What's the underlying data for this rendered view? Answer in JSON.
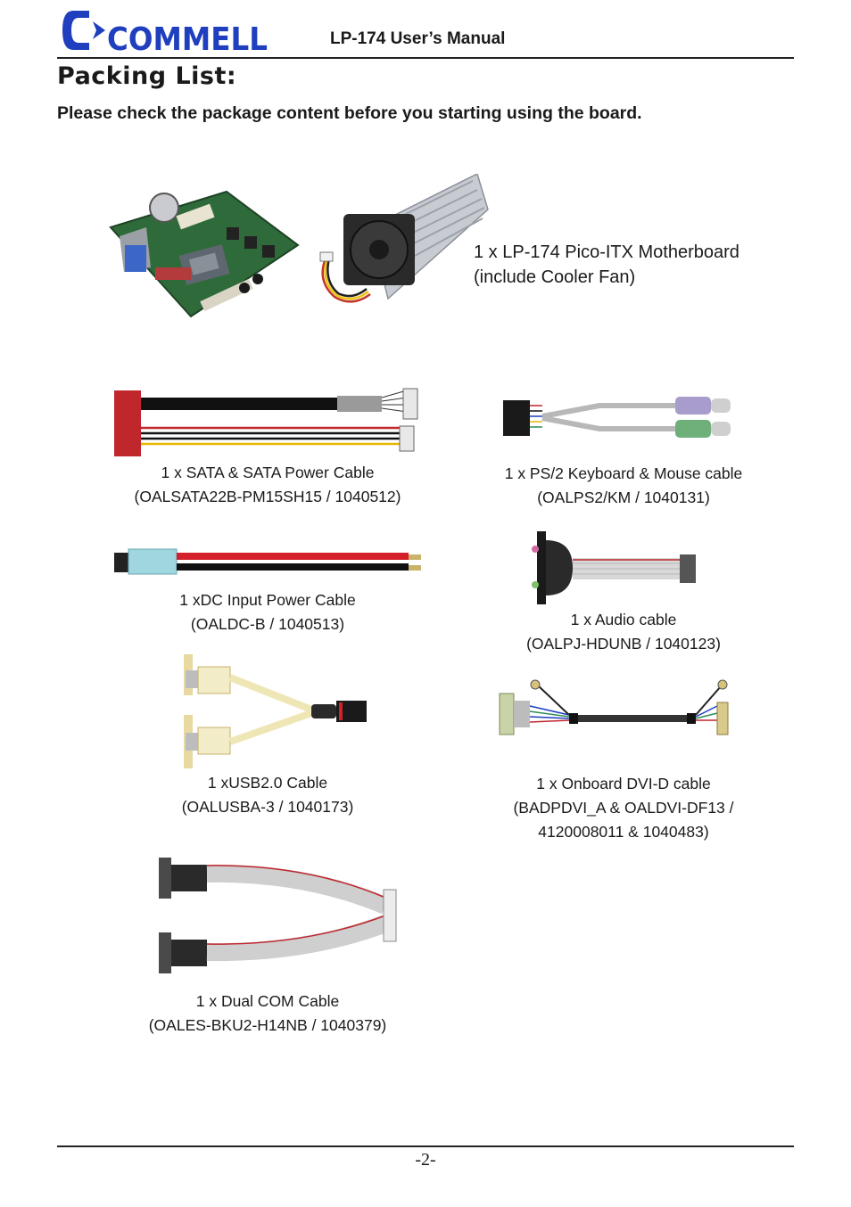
{
  "header": {
    "logo_text": "COMMELL",
    "manual_title": "LP-174 User’s Manual"
  },
  "section": {
    "title": "Packing List:",
    "intro": "Please check the package content before you starting using the board."
  },
  "items": {
    "motherboard": {
      "line1": "1 x LP-174 Pico-ITX Motherboard",
      "line2": "(include Cooler Fan)"
    },
    "sata": {
      "line1": "1 x SATA & SATA Power Cable",
      "line2": "(OALSATA22B-PM15SH15 / 1040512)"
    },
    "ps2": {
      "line1": "1 x PS/2 Keyboard & Mouse cable",
      "line2": "(OALPS2/KM / 1040131)"
    },
    "dc": {
      "line1": "1 xDC Input Power Cable",
      "line2": "(OALDC-B / 1040513)"
    },
    "audio": {
      "line1": "1 x Audio cable",
      "line2": "(OALPJ-HDUNB / 1040123)"
    },
    "usb": {
      "line1": "1 xUSB2.0 Cable",
      "line2": "(OALUSBA-3 / 1040173)"
    },
    "dvi": {
      "line1": "1 x Onboard DVI-D cable",
      "line2": "(BADPDVI_A & OALDVI-DF13 /",
      "line3": "4120008011 & 1040483)"
    },
    "com": {
      "line1": "1 x Dual COM Cable",
      "line2": "(OALES-BKU2-H14NB / 1040379)"
    }
  },
  "footer": {
    "page_number": "-2-"
  },
  "colors": {
    "logo_blue": "#1f3fbf",
    "rule": "#222222"
  }
}
